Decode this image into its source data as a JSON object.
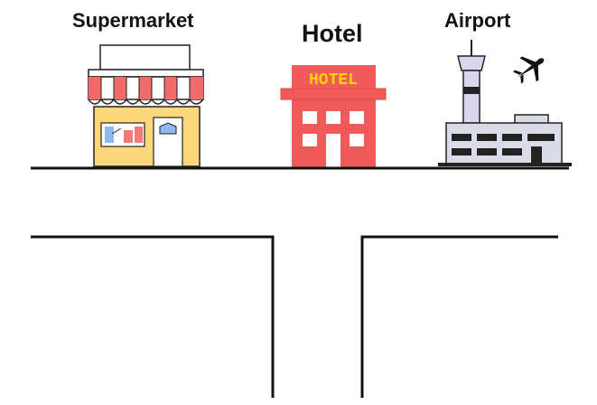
{
  "labels": {
    "supermarket": "Supermarket",
    "hotel": "Hotel",
    "airport": "Airport"
  },
  "hotel_sign": "HOTEL",
  "colors": {
    "awning_red": "#f26b6b",
    "shop_wall": "#fbd779",
    "hotel_red": "#f05a5a",
    "hotel_sign_text": "#ffd400",
    "airport_gray": "#d9dbe6",
    "airport_tower": "#d8d6ee",
    "road": "#111111"
  },
  "icons": [
    "storefront-icon",
    "hotel-building-icon",
    "airport-terminal-icon",
    "airplane-icon"
  ]
}
